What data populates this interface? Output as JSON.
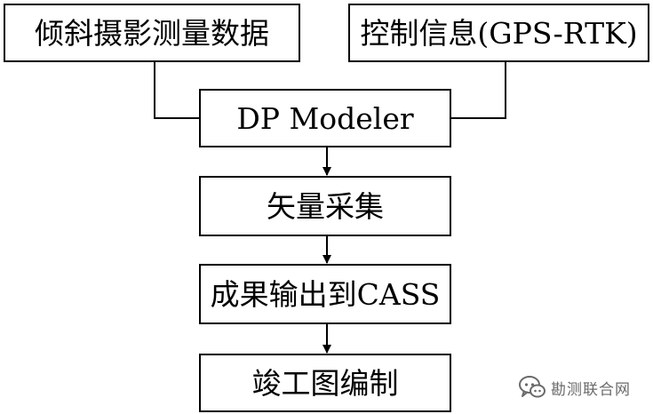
{
  "diagram": {
    "nodes": [
      {
        "id": "oblique",
        "label": "倾斜摄影测量数据"
      },
      {
        "id": "control",
        "label": "控制信息(GPS-RTK)"
      },
      {
        "id": "dp",
        "label": "DP Modeler"
      },
      {
        "id": "vector",
        "label": "矢量采集"
      },
      {
        "id": "output",
        "label": "成果输出到CASS"
      },
      {
        "id": "asbuilt",
        "label": "竣工图编制"
      }
    ],
    "edges": [
      {
        "from": "oblique",
        "to": "dp",
        "style": "line"
      },
      {
        "from": "control",
        "to": "dp",
        "style": "line"
      },
      {
        "from": "dp",
        "to": "vector",
        "style": "arrow"
      },
      {
        "from": "vector",
        "to": "output",
        "style": "arrow"
      },
      {
        "from": "output",
        "to": "asbuilt",
        "style": "arrow"
      }
    ]
  },
  "watermark": {
    "text": "勘测联合网",
    "icon": "wechat-bubble-icon",
    "color": "#6a6a6a"
  },
  "colors": {
    "line": "#000000",
    "background": "#ffffff"
  }
}
